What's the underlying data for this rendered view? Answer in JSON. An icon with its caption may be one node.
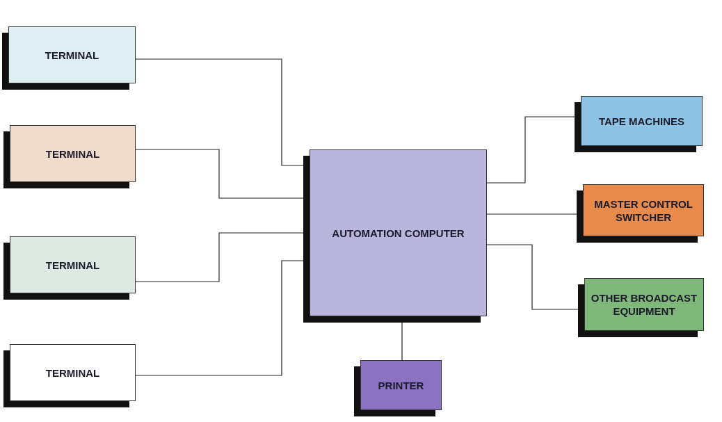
{
  "diagram": {
    "nodes": [
      {
        "text": [
          "TERMINAL"
        ]
      },
      {
        "text": [
          "TERMINAL"
        ]
      },
      {
        "text": [
          "TERMINAL"
        ]
      },
      {
        "text": [
          "TERMINAL"
        ]
      },
      {
        "text": [
          "AUTOMATION COMPUTER"
        ]
      },
      {
        "text": [
          "TAPE MACHINES"
        ]
      },
      {
        "text": [
          "MASTER CONTROL SWITCHER"
        ]
      },
      {
        "text": [
          "OTHER BROADCAST EQUIPMENT"
        ]
      },
      {
        "text": [
          "PRINTER"
        ]
      }
    ],
    "edges": [
      {
        "from": 0,
        "to": 4,
        "arrow": "none"
      },
      {
        "from": 1,
        "to": 4,
        "arrow": "none"
      },
      {
        "from": 2,
        "to": 4,
        "arrow": "none"
      },
      {
        "from": 3,
        "to": 4,
        "arrow": "none"
      },
      {
        "from": 4,
        "to": 5,
        "arrow": "none"
      },
      {
        "from": 4,
        "to": 6,
        "arrow": "none"
      },
      {
        "from": 4,
        "to": 7,
        "arrow": "none"
      },
      {
        "from": 4,
        "to": 8,
        "arrow": "none"
      }
    ]
  }
}
